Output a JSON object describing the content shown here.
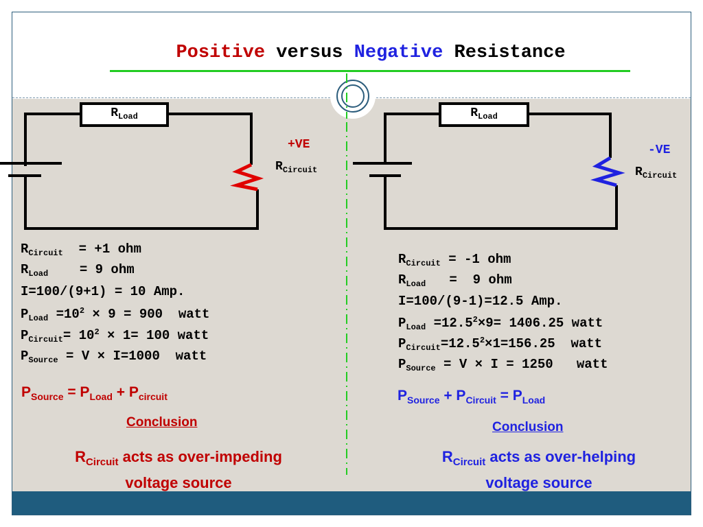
{
  "title": {
    "word1": "Positive",
    "word2": " versus ",
    "word3": "Negative",
    "word4": " Resistance"
  },
  "left_circuit": {
    "rload_main": "R",
    "rload_sub": "Load",
    "polarity": "+VE",
    "rcircuit_main": "R",
    "rcircuit_sub": "Circuit"
  },
  "right_circuit": {
    "rload_main": "R",
    "rload_sub": "Load",
    "polarity": "-VE",
    "rcircuit_main": "R",
    "rcircuit_sub": "Circuit"
  },
  "left_calc": {
    "l1_r": "R",
    "l1_sub": "Circuit",
    "l1_rest": "  = +1 ohm",
    "l2_r": "R",
    "l2_sub": "Load",
    "l2_rest": "    = 9 ohm",
    "l3": "I=100/(9+1) = 10 Amp.",
    "l4_p": "P",
    "l4_sub": "Load",
    "l4_a": " =10",
    "l4_sup": "2",
    "l4_b": " × 9 = 900  watt",
    "l5_p": "P",
    "l5_sub": "Circuit",
    "l5_a": "= 10",
    "l5_sup": "2",
    "l5_b": " × 1= 100 watt",
    "l6_p": "P",
    "l6_sub": "Source",
    "l6_rest": " = V × I=1000  watt"
  },
  "right_calc": {
    "l1_r": "R",
    "l1_sub": "Circuit",
    "l1_rest": " = -1 ohm",
    "l2_r": "R",
    "l2_sub": "Load",
    "l2_rest": "   =  9 ohm",
    "l3": "I=100/(9-1)=12.5 Amp.",
    "l4_p": "P",
    "l4_sub": "Load",
    "l4_a": " =12.5",
    "l4_sup": "2",
    "l4_b": "×9= 1406.25 watt",
    "l5_p": "P",
    "l5_sub": "Circuit",
    "l5_a": "=12.5",
    "l5_sup": "2",
    "l5_b": "×1=156.25  watt",
    "l6_p": "P",
    "l6_sub": "Source",
    "l6_rest": " = V × I = 1250   watt"
  },
  "left_equation": {
    "p1": "P",
    "s1": "Source",
    "op1": " = ",
    "p2": "P",
    "s2": "Load",
    "op2": " + ",
    "p3": "P",
    "s3": "circuit"
  },
  "right_equation": {
    "p1": "P",
    "s1": "Source",
    "op1": " + ",
    "p2": "P",
    "s2": "Circuit",
    "op2": " = ",
    "p3": "P",
    "s3": "Load"
  },
  "left_conclusion": {
    "heading": "Conclusion",
    "r": "R",
    "r_sub": "Circuit",
    "line1": "  acts as over-impeding",
    "line2": "voltage source"
  },
  "right_conclusion": {
    "heading": "Conclusion",
    "r": "R",
    "r_sub": "Circuit",
    "line1": "  acts as over-helping",
    "line2": "voltage source"
  },
  "colors": {
    "red": "#c00000",
    "blue": "#1f22e0",
    "green": "#22cc22",
    "footer": "#1f5c7e",
    "background": "#ddd9d2"
  }
}
